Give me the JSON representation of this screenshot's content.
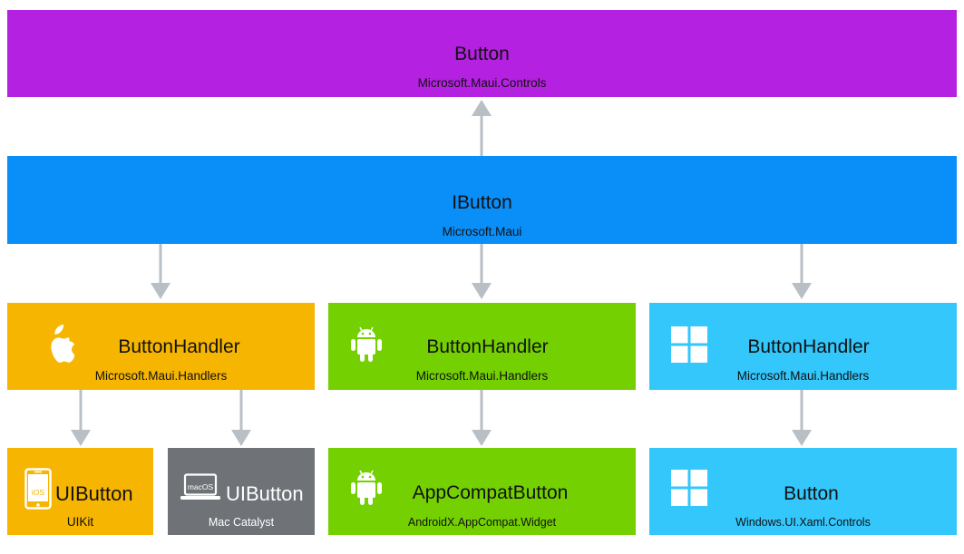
{
  "colors": {
    "purple": "#b421e0",
    "blue": "#0a8ff8",
    "orange": "#f6b500",
    "green": "#74d000",
    "cyan": "#33c7fb",
    "gray": "#6f7378",
    "arrow": "#b8bfc5"
  },
  "top": {
    "title": "Button",
    "namespace": "Microsoft.Maui.Controls"
  },
  "interface": {
    "title": "IButton",
    "namespace": "Microsoft.Maui"
  },
  "handlers": [
    {
      "platform_icon": "apple-icon",
      "title": "ButtonHandler",
      "namespace": "Microsoft.Maui.Handlers"
    },
    {
      "platform_icon": "android-icon",
      "title": "ButtonHandler",
      "namespace": "Microsoft.Maui.Handlers"
    },
    {
      "platform_icon": "windows-icon",
      "title": "ButtonHandler",
      "namespace": "Microsoft.Maui.Handlers"
    }
  ],
  "natives": [
    {
      "platform_icon": "ios-device-icon",
      "icon_label": "iOS",
      "title": "UIButton",
      "namespace": "UIKit"
    },
    {
      "platform_icon": "macos-laptop-icon",
      "icon_label": "macOS",
      "title": "UIButton",
      "namespace": "Mac Catalyst"
    },
    {
      "platform_icon": "android-icon",
      "title": "AppCompatButton",
      "namespace": "AndroidX.AppCompat.Widget"
    },
    {
      "platform_icon": "windows-icon",
      "title": "Button",
      "namespace": "Windows.UI.Xaml.Controls"
    }
  ]
}
